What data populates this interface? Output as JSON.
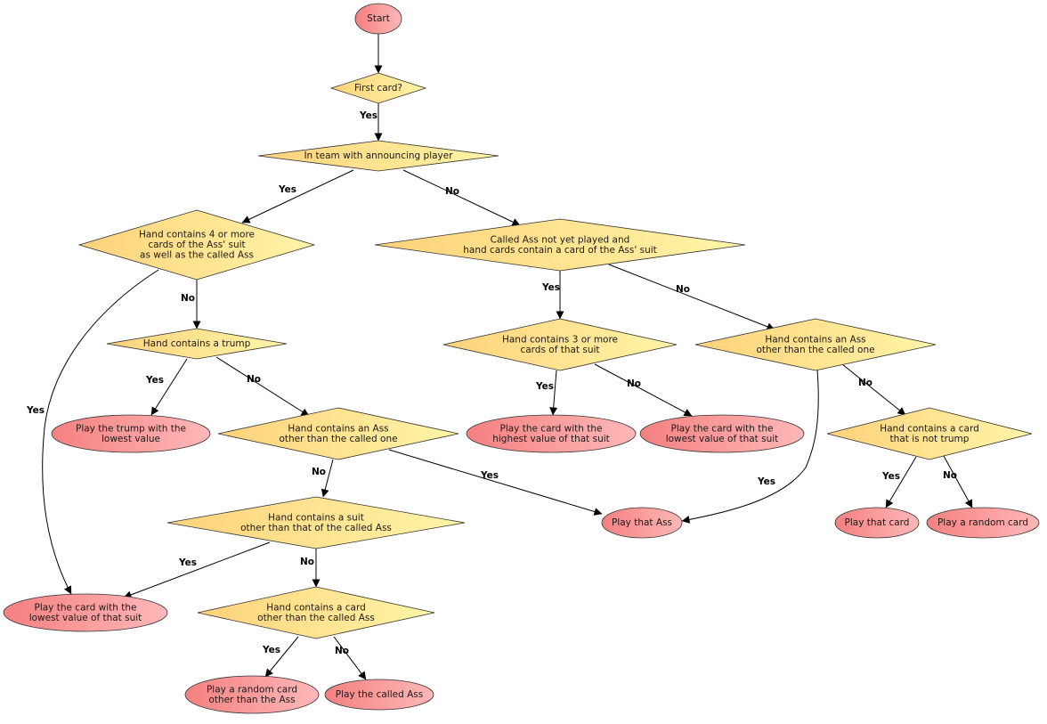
{
  "colors": {
    "decision_start": "#ffd27a",
    "decision_end": "#fff5a8",
    "terminal_start": "#f58080",
    "terminal_end": "#ffb8b8",
    "edge": "#000000"
  },
  "nodes": {
    "start": [
      "Start"
    ],
    "first_card": [
      "First card?"
    ],
    "in_team": [
      "In team with announcing player"
    ],
    "hand_4_more": [
      "Hand contains 4 or more",
      "cards of the Ass' suit",
      "as well as the called Ass"
    ],
    "called_ass_not_played": [
      "Called Ass not yet played and",
      "hand cards contain a card of the Ass' suit"
    ],
    "hand_trump": [
      "Hand contains a trump"
    ],
    "hand_3_more": [
      "Hand contains 3 or more",
      "cards of that suit"
    ],
    "hand_ass_other_right": [
      "Hand contains an Ass",
      "other than the called one"
    ],
    "play_trump_lowest": [
      "Play the trump with the",
      "lowest value"
    ],
    "hand_ass_other_left": [
      "Hand contains an Ass",
      "other than the called one"
    ],
    "play_highest_suit": [
      "Play the card with the",
      "highest value of that suit"
    ],
    "play_lowest_suit_right": [
      "Play the card with the",
      "lowest value of that suit"
    ],
    "hand_not_trump": [
      "Hand contains a card",
      "that is not trump"
    ],
    "hand_other_suit": [
      "Hand contains a suit",
      "other than that of the called Ass"
    ],
    "play_that_ass": [
      "Play that Ass"
    ],
    "play_that_card": [
      "Play that card"
    ],
    "play_random_card": [
      "Play a random card"
    ],
    "play_lowest_suit_left": [
      "Play the card with the",
      "lowest value of that suit"
    ],
    "hand_card_other": [
      "Hand contains a card",
      "other than the called Ass"
    ],
    "play_random_other": [
      "Play a random card",
      "other than the Ass"
    ],
    "play_called_ass": [
      "Play the called Ass"
    ]
  },
  "edges": {
    "e01": "",
    "e02": "Yes",
    "e03": "Yes",
    "e04": "No",
    "e05": "Yes",
    "e06": "No",
    "e07": "Yes",
    "e08": "No",
    "e09": "Yes",
    "e10": "No",
    "e11": "Yes",
    "e12": "No",
    "e13": "Yes",
    "e14": "No",
    "e15": "Yes",
    "e16": "No",
    "e17": "Yes",
    "e18": "No",
    "e19": "Yes",
    "e20": "No"
  }
}
